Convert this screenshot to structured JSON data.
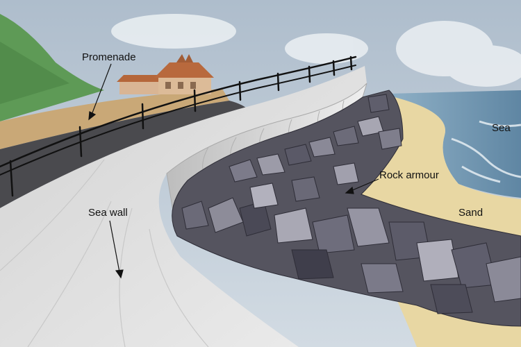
{
  "labels": {
    "promenade": "Promenade",
    "sea": "Sea",
    "rock_armour": "Rock armour",
    "sand": "Sand",
    "sea_wall": "Sea wall"
  },
  "colors": {
    "sky": "#bccad8",
    "sea": "#6f93ad",
    "sand": "#e9d9a6",
    "wall": "#e2e2e2",
    "rock": "#5d5c6b",
    "hill": "#5f9a58",
    "railing": "#111111"
  }
}
